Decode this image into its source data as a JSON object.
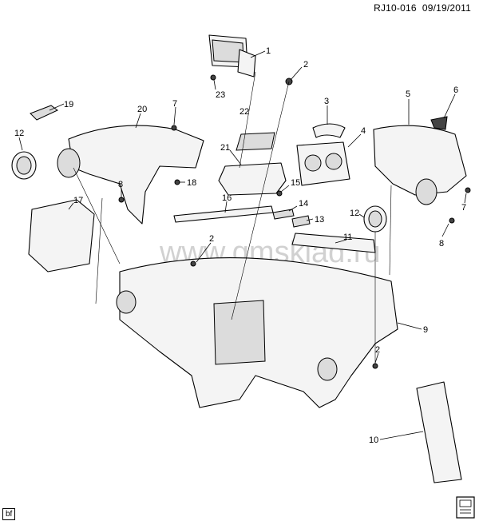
{
  "header": {
    "ref": "RJ10-016",
    "date": "09/19/2011"
  },
  "corner_label": "bf",
  "watermark": "www.gmsklad.ru",
  "callouts": [
    "1",
    "2",
    "23",
    "19",
    "20",
    "7",
    "22",
    "3",
    "5",
    "6",
    "4",
    "21",
    "12",
    "15",
    "18",
    "8",
    "16",
    "14",
    "13",
    "17",
    "11",
    "2",
    "9",
    "2",
    "10",
    "7",
    "12",
    "8"
  ]
}
